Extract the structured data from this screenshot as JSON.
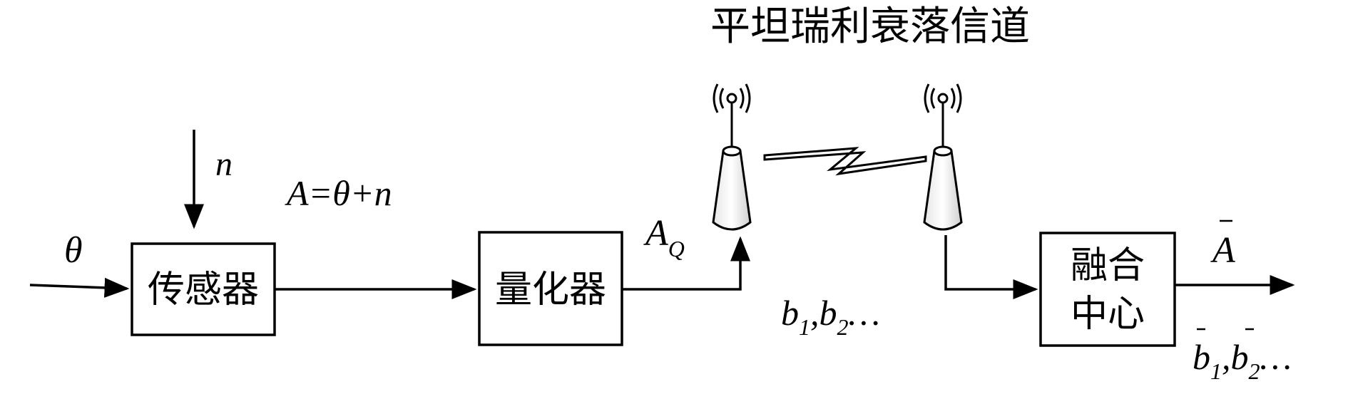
{
  "title": "平坦瑞利衰落信道",
  "blocks": {
    "sensor": "传感器",
    "quantizer": "量化器",
    "fusion_line1": "融合",
    "fusion_line2": "中心"
  },
  "labels": {
    "theta": "θ",
    "noise": "n",
    "sum": "A=θ+n",
    "aq_main": "A",
    "aq_sub": "Q",
    "bits_b1": "b",
    "bits_sub1": "1",
    "bits_comma": ",",
    "bits_b2": "b",
    "bits_sub2": "2",
    "bits_dots": "…",
    "a_hat": "A",
    "bar_b1": "b",
    "bar_sub1": "1",
    "bar_comma": ",",
    "bar_b2": "b",
    "bar_sub2": "2",
    "bar_dots": "…"
  }
}
